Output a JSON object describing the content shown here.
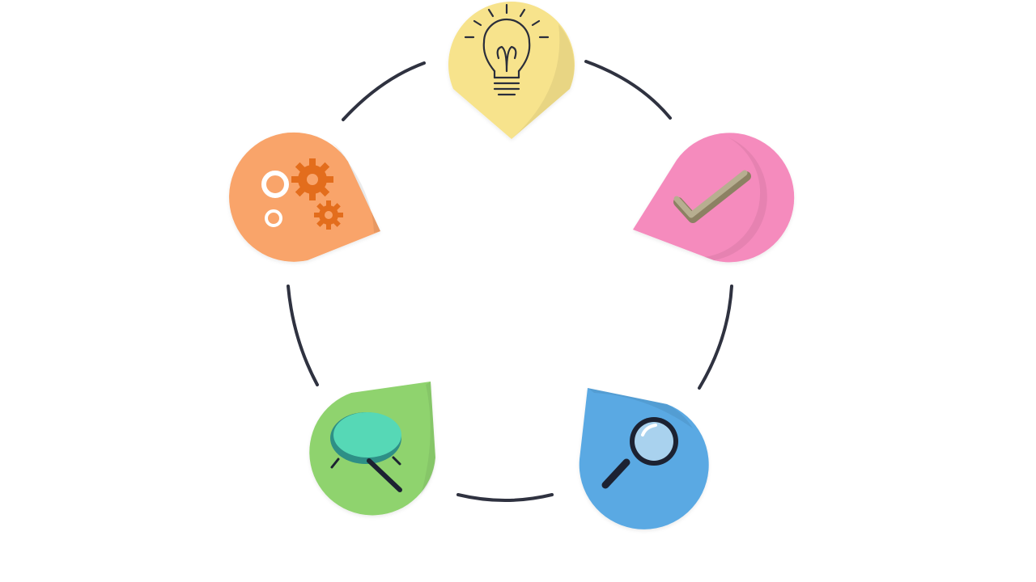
{
  "diagram": {
    "type": "cycle",
    "ring_color": "#2f3240",
    "background": "#ffffff",
    "nodes": [
      {
        "id": "idea",
        "icon": "lightbulb-icon",
        "color": "#f7e38c"
      },
      {
        "id": "approve",
        "icon": "checkmark-icon",
        "color": "#f58bbd"
      },
      {
        "id": "research",
        "icon": "magnifying-glass-icon",
        "color": "#5aa9e3"
      },
      {
        "id": "discuss",
        "icon": "speech-bubble-magnifier-icon",
        "color": "#8fd36e"
      },
      {
        "id": "process",
        "icon": "gears-icon",
        "color": "#f9a46a"
      }
    ]
  }
}
